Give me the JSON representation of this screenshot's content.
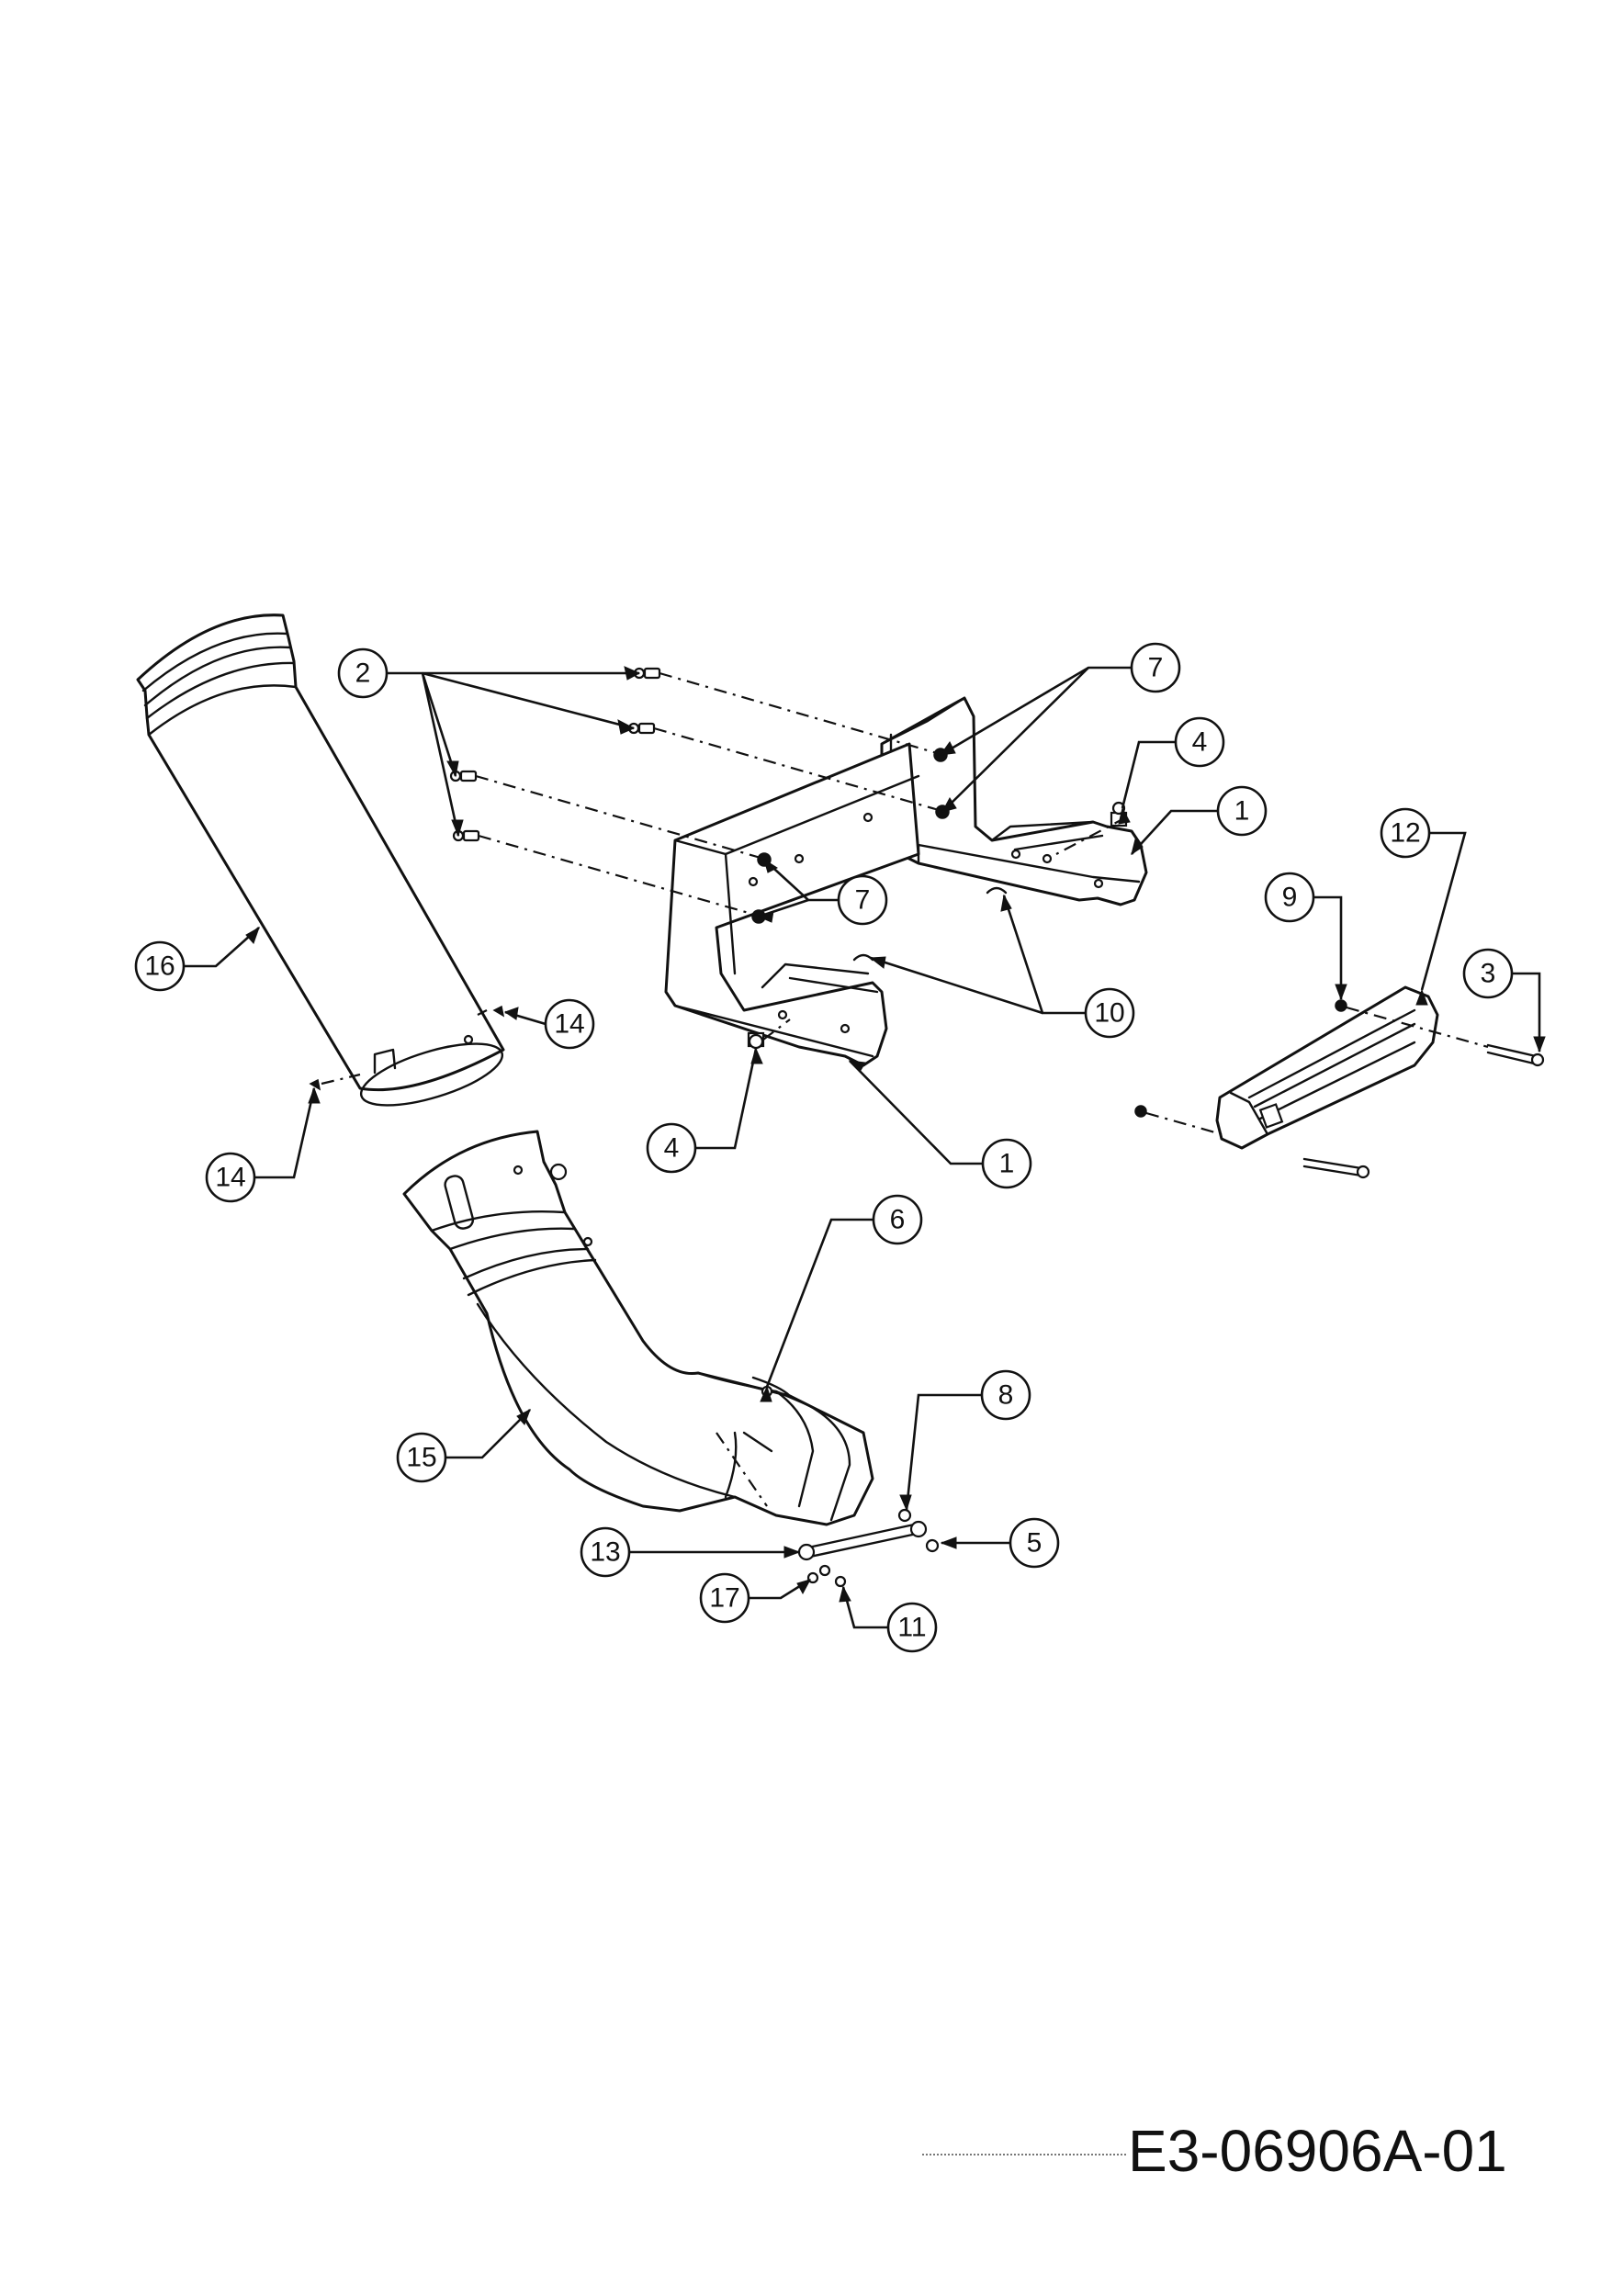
{
  "diagram": {
    "id_label": "E3-06906A-01",
    "callouts": {
      "c1a": "1",
      "c1b": "1",
      "c2": "2",
      "c3": "3",
      "c4a": "4",
      "c4b": "4",
      "c5": "5",
      "c6": "6",
      "c7a": "7",
      "c7b": "7",
      "c8": "8",
      "c9": "9",
      "c10": "10",
      "c11": "11",
      "c12": "12",
      "c13": "13",
      "c14a": "14",
      "c14b": "14",
      "c15": "15",
      "c16": "16",
      "c17": "17"
    }
  }
}
